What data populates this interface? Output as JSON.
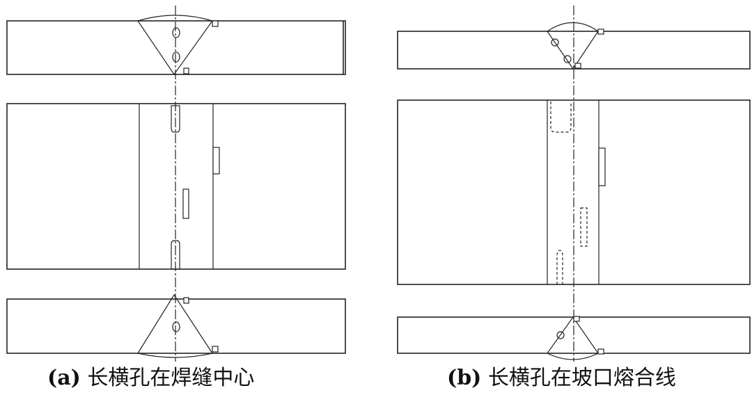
{
  "captions": {
    "a": {
      "tag": "(a)",
      "text": "长横孔在焊缝中心"
    },
    "b": {
      "tag": "(b)",
      "text": "长横孔在坡口熔合线"
    }
  },
  "colors": {
    "line": "#222222",
    "background": "#ffffff"
  }
}
